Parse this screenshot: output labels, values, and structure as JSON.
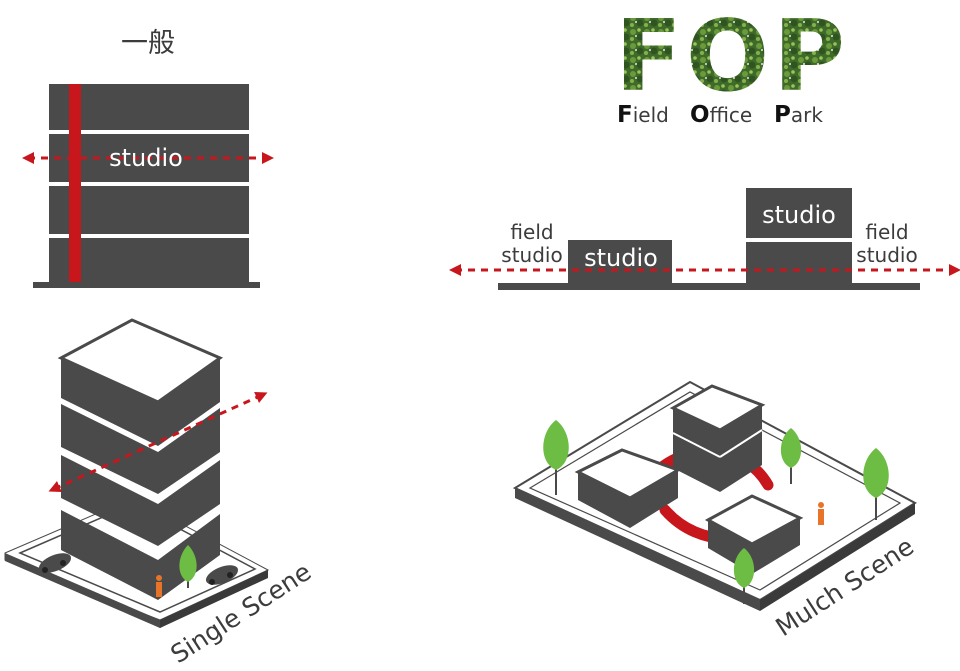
{
  "left": {
    "heading": "一般",
    "building_label": "studio",
    "scene_caption": "Single Scene"
  },
  "right": {
    "logo": "FOP",
    "logo_words": [
      {
        "initial": "F",
        "rest": "ield"
      },
      {
        "initial": "O",
        "rest": "ffice"
      },
      {
        "initial": "P",
        "rest": "ark"
      }
    ],
    "field_left": [
      "field",
      "studio"
    ],
    "studio_small": "studio",
    "studio_tall": "studio",
    "field_right": [
      "field",
      "studio"
    ],
    "scene_caption": "Mulch Scene"
  },
  "colors": {
    "building": "#4a4a4a",
    "ground": "#4a4a4a",
    "accent_red": "#c8161d",
    "tree_green": "#6dbd45",
    "person_orange": "#e8742a",
    "logo_green": "#3f6b2a"
  }
}
